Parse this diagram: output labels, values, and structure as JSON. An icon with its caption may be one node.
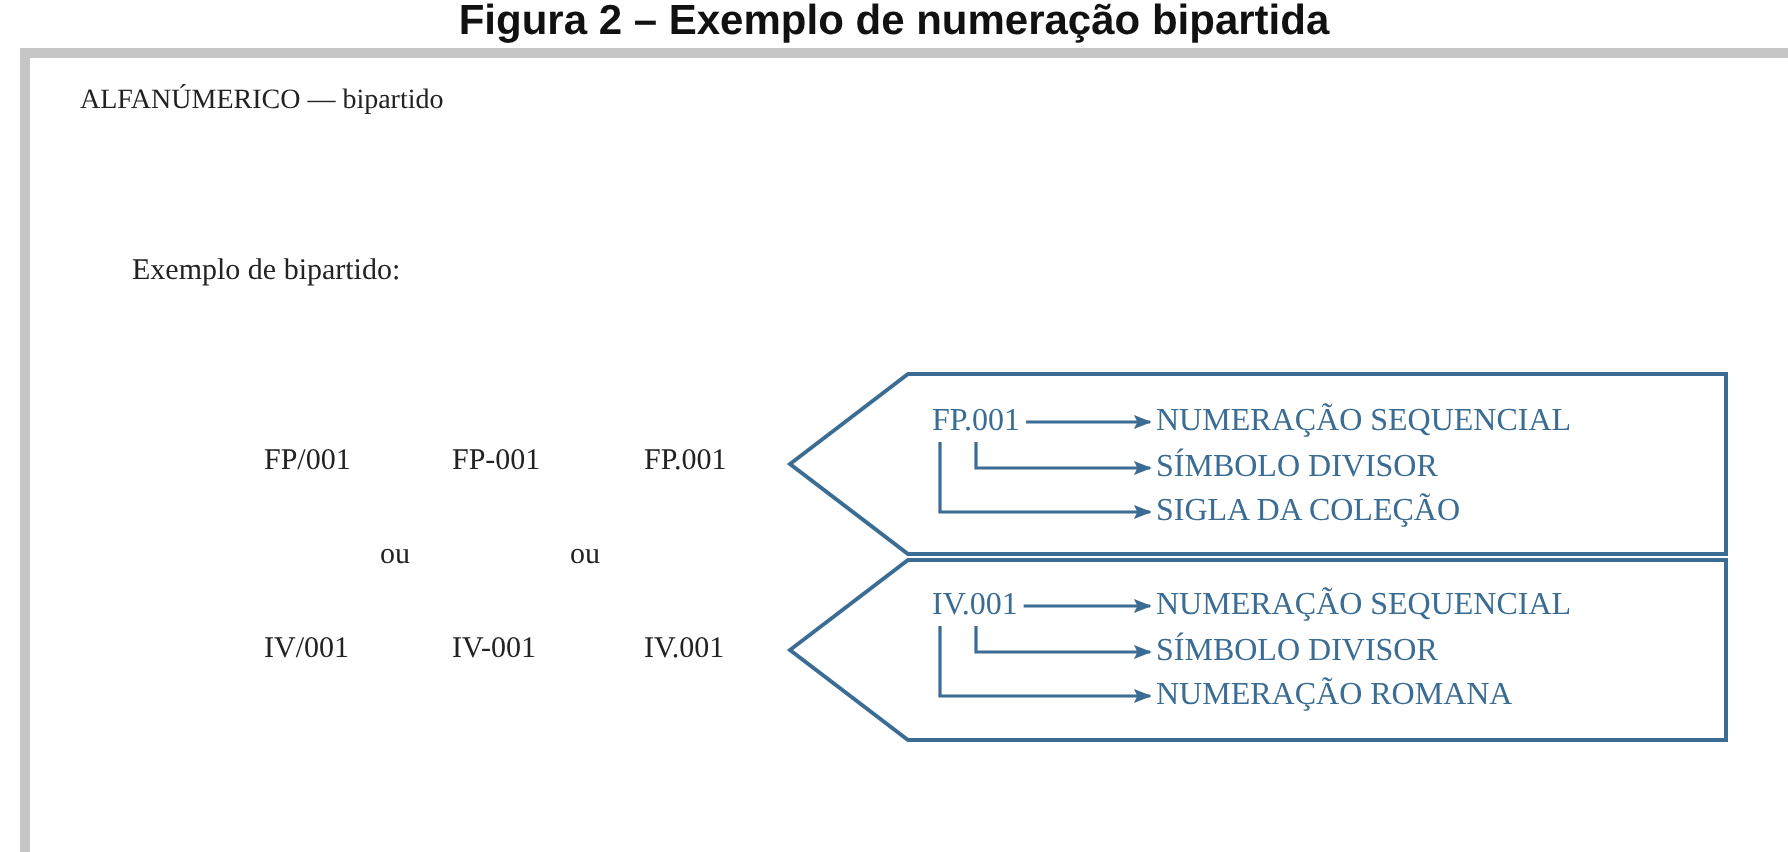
{
  "diagram": {
    "title": "Figura 2 – Exemplo de numeração bipartida",
    "nodes": [
      {
        "text": [],
        "shape": "box"
      },
      {
        "text": [
          "FP.001"
        ],
        "in": 0
      },
      {
        "text": [
          "NUMERAÇÃO SEQUENCIAL"
        ],
        "in": 0
      },
      {
        "text": [
          "SÍMBOLO DIVISOR"
        ],
        "in": 0
      },
      {
        "text": [
          "SIGLA DA COLEÇÃO"
        ],
        "in": 0
      },
      {
        "text": [],
        "shape": "box"
      },
      {
        "text": [
          "IV.001"
        ],
        "in": 5
      },
      {
        "text": [
          "NUMERAÇÃO SEQUENCIAL"
        ],
        "in": 5
      },
      {
        "text": [
          "SÍMBOLO DIVISOR"
        ],
        "in": 5
      },
      {
        "text": [
          "NUMERAÇÃO ROMANA"
        ],
        "in": 5
      }
    ],
    "edges": [
      {
        "from": 1,
        "to": 2,
        "arrow": "to"
      },
      {
        "from": 1,
        "to": 3,
        "arrow": "to"
      },
      {
        "from": 1,
        "to": 4,
        "arrow": "to"
      },
      {
        "from": 6,
        "to": 7,
        "arrow": "to"
      },
      {
        "from": 6,
        "to": 8,
        "arrow": "to"
      },
      {
        "from": 6,
        "to": 9,
        "arrow": "to"
      }
    ],
    "labels": [
      "ALFANÚMERICO — bipartido",
      "Exemplo de bipartido:",
      "FP/001",
      "FP-001",
      "FP.001",
      "ou",
      "ou",
      "IV/001",
      "IV-001",
      "IV.001"
    ]
  }
}
